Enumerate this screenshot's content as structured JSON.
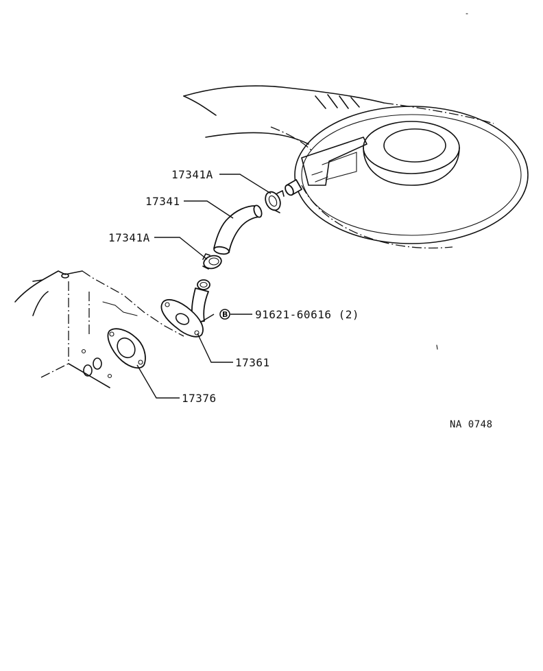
{
  "labels": {
    "clamp_upper": "17341A",
    "hose": "17341",
    "clamp_lower": "17341A",
    "bolt_marker": "B",
    "bolt": "91621-60616 (2)",
    "pipe": "17361",
    "gasket": "17376"
  },
  "reference_code": "NA 0748"
}
